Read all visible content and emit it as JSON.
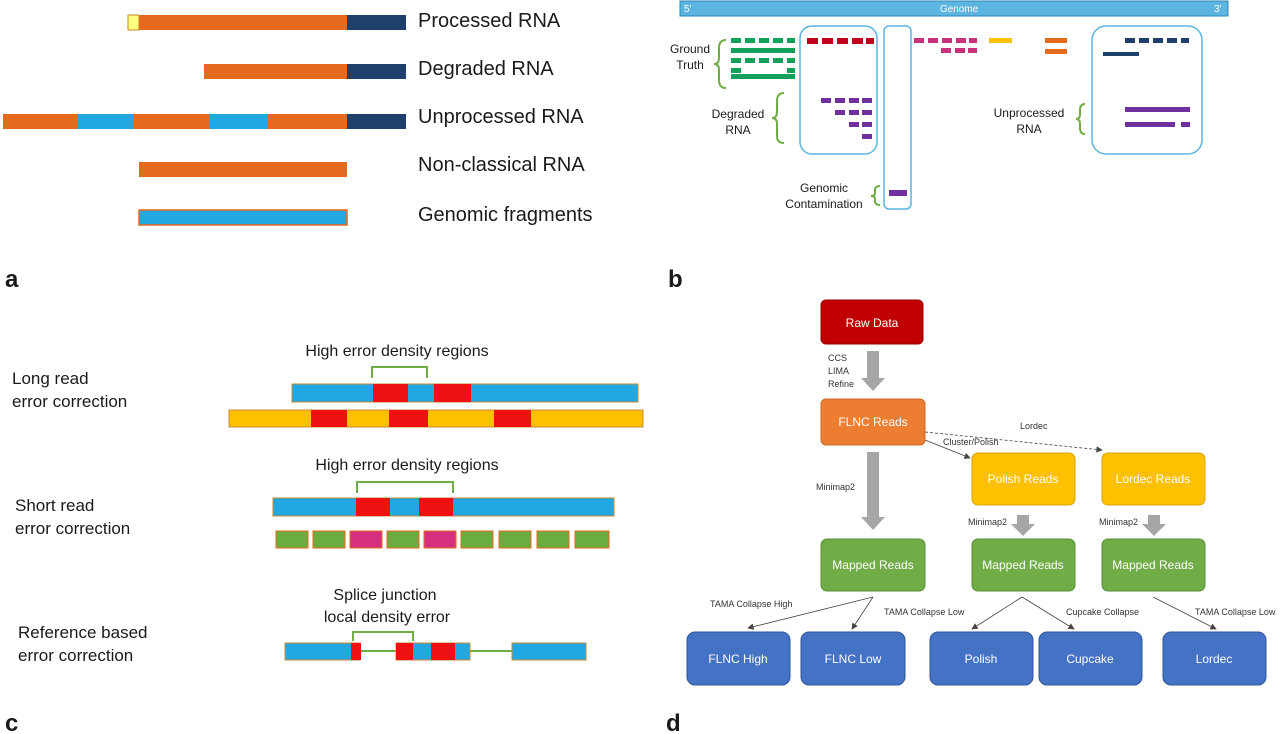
{
  "colors": {
    "orange": "#e56a1e",
    "navy": "#1f3f6d",
    "cyan": "#22a8e0",
    "yellow": "#ffc000",
    "red": "#ee1111",
    "magenta": "#d4307f",
    "green": "#6aac3f",
    "purple": "#7030a0",
    "teal_green": "#13a05a",
    "dark_red_box": "#c00000",
    "flnc_orange": "#ed7d31",
    "box_green": "#70ad47",
    "box_blue": "#4472c4",
    "genome_bar": "#5bb5e0",
    "frame_blue": "#5ab4e0",
    "brace_green": "#70ad47"
  },
  "panel_a": {
    "panel_label": "a",
    "items": [
      {
        "label": "Processed RNA"
      },
      {
        "label": "Degraded RNA"
      },
      {
        "label": "Unprocessed RNA"
      },
      {
        "label": "Non-classical RNA"
      },
      {
        "label": "Genomic fragments"
      }
    ]
  },
  "panel_b": {
    "panel_label": "b",
    "genome_label": "Genome",
    "five_prime": "5'",
    "three_prime": "3'",
    "ground_truth": [
      "Ground",
      "Truth"
    ],
    "degraded": [
      "Degraded",
      "RNA"
    ],
    "unprocessed": [
      "Unprocessed",
      "RNA"
    ],
    "contamination": [
      "Genomic",
      "Contamination"
    ]
  },
  "panel_c": {
    "panel_label": "c",
    "long_read": [
      "Long read",
      "error correction"
    ],
    "short_read": [
      "Short read",
      "error correction"
    ],
    "reference": [
      "Reference based",
      "error correction"
    ],
    "high_error_1": "High error density regions",
    "high_error_2": "High error density regions",
    "splice": [
      "Splice junction",
      "local density error"
    ]
  },
  "panel_d": {
    "panel_label": "d",
    "nodes": {
      "raw_data": "Raw Data",
      "flnc_reads": "FLNC Reads",
      "polish_reads": "Polish Reads",
      "lordec_reads": "Lordec Reads",
      "mapped_1": "Mapped Reads",
      "mapped_2": "Mapped Reads",
      "mapped_3": "Mapped Reads",
      "flnc_high": "FLNC High",
      "flnc_low": "FLNC Low",
      "polish": "Polish",
      "cupcake": "Cupcake",
      "lordec": "Lordec"
    },
    "edges": {
      "ccs": "CCS",
      "lima": "LIMA",
      "refine": "Refine",
      "lordec": "Lordec",
      "cluster_polish": "Cluster/Polish",
      "minimap2_a": "Minimap2",
      "minimap2_b": "Minimap2",
      "minimap2_c": "Minimap2",
      "tama_high": "TAMA Collapse High",
      "tama_low_1": "TAMA Collapse Low",
      "cupcake_collapse": "Cupcake Collapse",
      "tama_low_2": "TAMA Collapse Low"
    }
  }
}
